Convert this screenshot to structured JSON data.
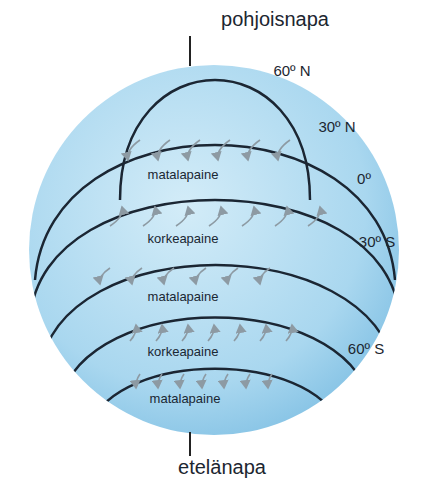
{
  "diagram": {
    "labels": [
      "pohjoisnapa",
      "60º N",
      "30º N",
      "0º",
      "30º S",
      "60º S",
      "matalapaine",
      "korkeapaine",
      "matalapaine",
      "korkeapaine",
      "matalapaine",
      "etelänapa"
    ]
  }
}
